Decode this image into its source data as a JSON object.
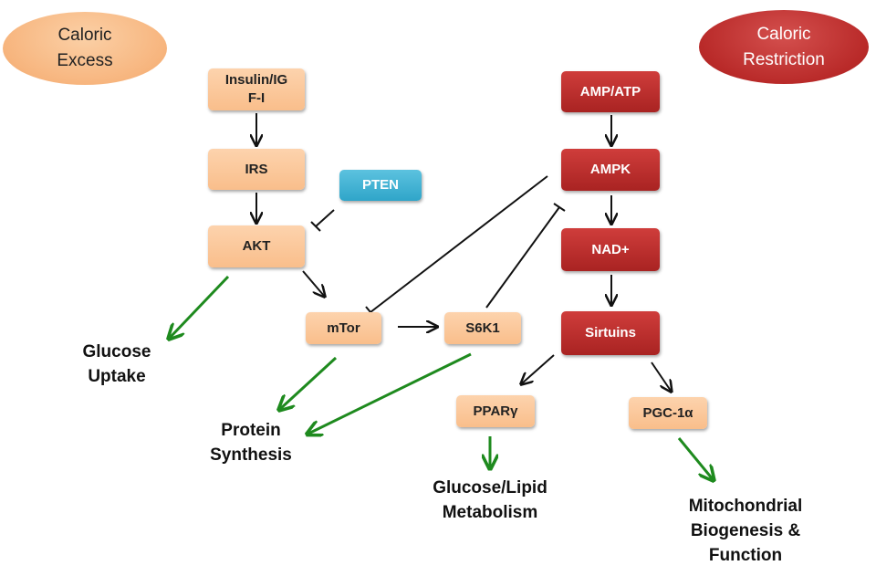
{
  "ellipses": {
    "caloric_excess": {
      "line1": "Caloric",
      "line2": "Excess"
    },
    "caloric_restriction": {
      "line1": "Caloric",
      "line2": "Restriction"
    }
  },
  "nodes": {
    "insulin_line1": "Insulin/IG",
    "insulin_line2": "F-I",
    "irs": "IRS",
    "pten": "PTEN",
    "akt": "AKT",
    "mtor": "mTor",
    "s6k1": "S6K1",
    "amp_atp": "AMP/ATP",
    "ampk": "AMPK",
    "nad": "NAD+",
    "sirtuins": "Sirtuins",
    "ppar": "PPARγ",
    "pgc": "PGC-1α"
  },
  "outcomes": {
    "glucose_uptake": {
      "line1": "Glucose",
      "line2": "Uptake"
    },
    "protein_synthesis": {
      "line1": "Protein",
      "line2": "Synthesis"
    },
    "glucose_lipid": {
      "line1": "Glucose/Lipid",
      "line2": "Metabolism"
    },
    "mito": {
      "line1": "Mitochondrial",
      "line2": "Biogenesis &",
      "line3": "Function"
    }
  },
  "colors": {
    "peach": "#f9be8b",
    "red": "#b92a29",
    "blue": "#2fa5c9",
    "green_arrow": "#1e8a1e",
    "black_arrow": "#111111"
  }
}
